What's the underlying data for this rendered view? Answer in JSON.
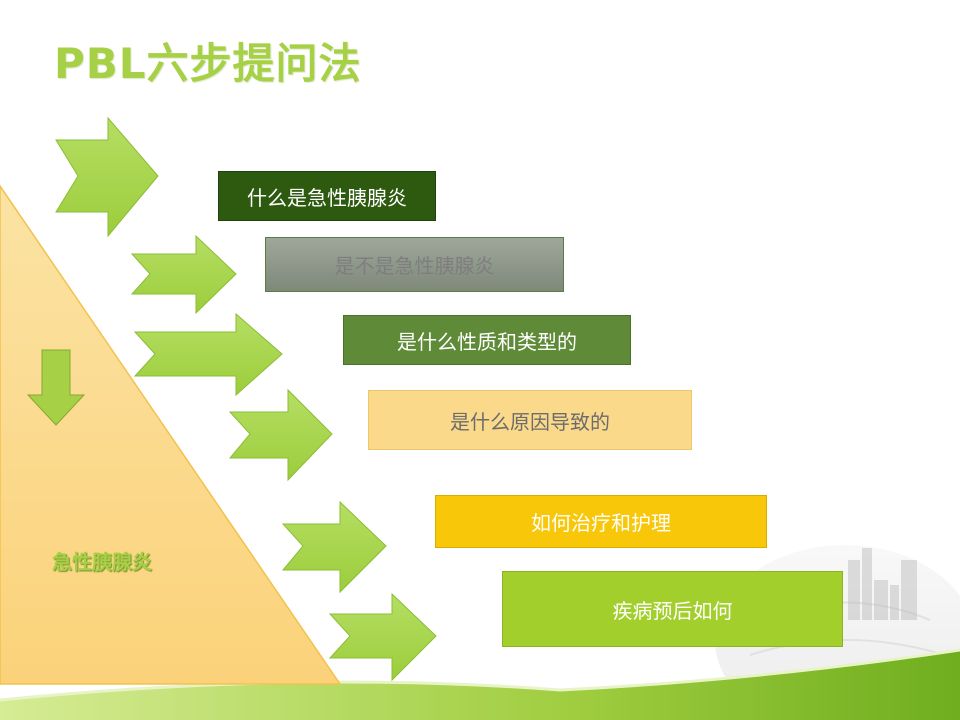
{
  "title": "PBL六步提问法",
  "center_label": "急性胰腺炎",
  "steps": [
    "什么是急性胰腺炎",
    "是不是急性胰腺炎",
    "是什么性质和类型的",
    "是什么原因导致的",
    "如何治疗和护理",
    "疾病预后如何"
  ],
  "colors": {
    "accent_green": "#a6d046",
    "dark_green": "#2d5a0f",
    "olive_green": "#5f8a38",
    "light_yellow": "#fbd98a",
    "yellow": "#f8c709",
    "lime": "#a3cf2c",
    "triangle": "#fbd98a"
  }
}
